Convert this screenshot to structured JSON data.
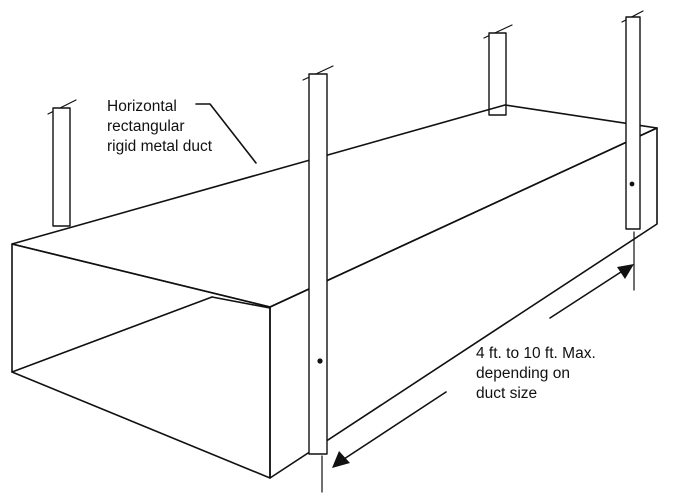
{
  "labels": {
    "duct": [
      "Horizontal",
      "rectangular",
      "rigid metal duct"
    ],
    "spacing": [
      "4 ft. to 10 ft. Max.",
      "depending on",
      "duct size"
    ]
  }
}
